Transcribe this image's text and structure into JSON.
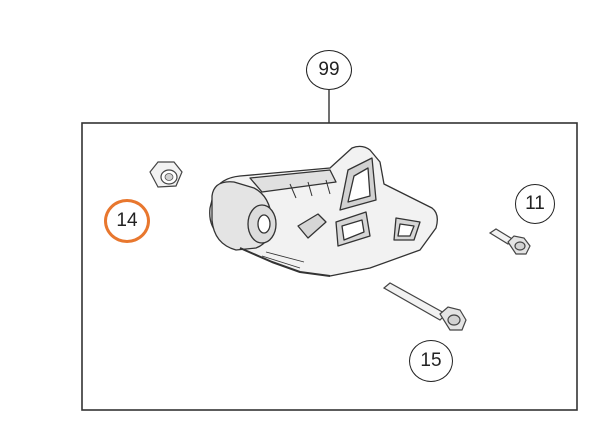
{
  "diagram": {
    "assembly_label": "99",
    "parts": [
      {
        "id": "nut",
        "label": "14",
        "highlighted": true
      },
      {
        "id": "short-bolt",
        "label": "11",
        "highlighted": false
      },
      {
        "id": "long-bolt",
        "label": "15",
        "highlighted": false
      }
    ],
    "colors": {
      "highlight": "#e8772e",
      "line": "#222222",
      "part_fill": "#f2f2f2",
      "part_shade": "#d2d2d2"
    }
  }
}
